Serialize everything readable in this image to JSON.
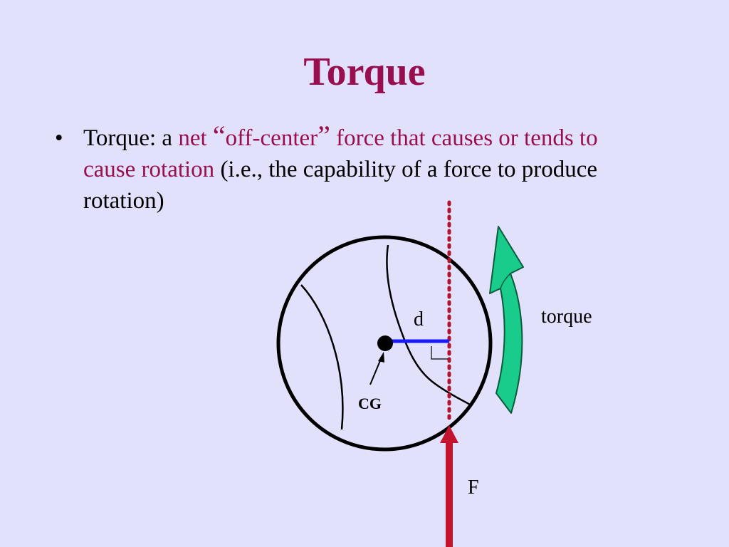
{
  "title": "Torque",
  "bullet": {
    "marker": "•",
    "lead": "Torque:  a ",
    "highlight_1": "net ",
    "open_quote": "“",
    "highlight_2": "off-center",
    "close_quote": "”",
    "highlight_3": " force that causes or tends to cause rotation",
    "rest": " (i.e., the capability of a force to produce rotation)"
  },
  "diagram": {
    "label_d": "d",
    "label_cg": "CG",
    "label_torque": "torque",
    "label_f": "F",
    "colors": {
      "title": "#990e4f",
      "background": "#e1e1fb",
      "moment_arm": "#1a1aff",
      "line_of_action": "#b2132f",
      "force_arrow": "#c4132f",
      "torque_arrow_fill": "#19cc8c",
      "torque_arrow_stroke": "#0a5a3c",
      "outline": "#000000"
    }
  }
}
